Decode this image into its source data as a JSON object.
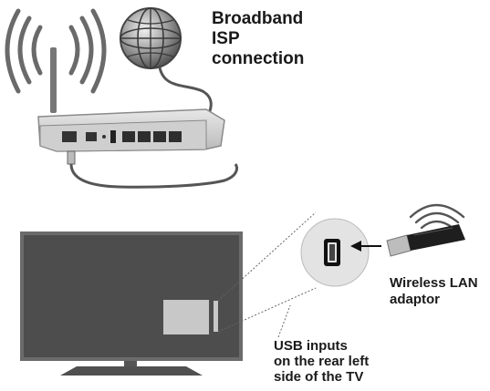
{
  "labels": {
    "broadband": [
      "Broadband",
      "ISP",
      "connection"
    ],
    "wireless": [
      "Wireless LAN",
      "adaptor"
    ],
    "usb": [
      "USB inputs",
      "on the rear left",
      "side of the TV"
    ]
  },
  "colors": {
    "tv_screen": "#4d4d4d",
    "tv_frame": "#6b6b6b",
    "router_body": "#d4d4d4",
    "router_face": "#8e8e8e",
    "cable": "#555555",
    "port_highlight": "#c8c8c8",
    "zoom_circle": "#e3e3e3",
    "adaptor_body": "#1e1e1e",
    "adaptor_plug": "#bdbdbd"
  }
}
